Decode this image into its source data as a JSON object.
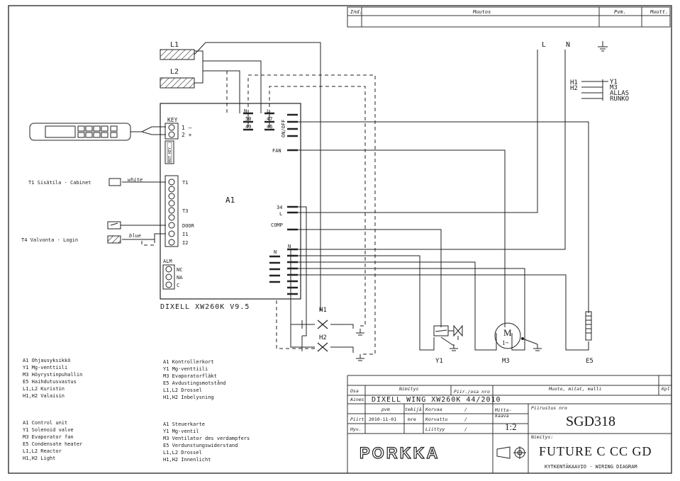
{
  "revision_table": {
    "col_ind": "Ind.",
    "col_change": "Muutos",
    "col_date": "Pvm.",
    "col_by": "Muutt."
  },
  "supply": {
    "l": "L",
    "n": "N"
  },
  "mains": {
    "l1": "L1",
    "l2": "L2"
  },
  "right_terminals": {
    "h1": "H1",
    "h2": "H2",
    "y1": "Y1",
    "m3": "M3",
    "allas": "ALLAS",
    "runko": "RUNKO"
  },
  "controller": {
    "key": "KEY",
    "t_minus": "1 –",
    "t_plus": "2 +",
    "hot_key": "HOT KEY",
    "fuse_50": "50",
    "fuse_47": "47",
    "fuse_49": "49",
    "fuse_46": "46",
    "on_off": "ON/OFF",
    "fan": "FAN",
    "t1": "T1",
    "t3": "T3",
    "a1": "A1",
    "t34": "34",
    "tl": "L",
    "comp": "COMP",
    "door": "DOOR",
    "i1": "I1",
    "i2": "I2",
    "n": "N",
    "alm": "ALM",
    "nc": "NC",
    "na": "NA",
    "c": "C",
    "model": "DIXELL XW260K V9.5"
  },
  "probes": {
    "t1_label": "T1  Sisätila - Cabinet",
    "white": "white",
    "t4_label": "T4  Valvonta - Login",
    "blue": "blue"
  },
  "components": {
    "h1": "H1",
    "h2": "H2",
    "y1": "Y1",
    "m3": "M3",
    "motor_m": "M",
    "motor_phase": "1~",
    "e5": "E5"
  },
  "legend_fi": [
    "A1  Ohjausyksikkö",
    "Y1  Mg-venttiili",
    "M3  Höyrystinpuhallin",
    "E5  Haihdutusvastus",
    "L1,L2  Kuristin",
    "H1,H2  Valaisin"
  ],
  "legend_de": [
    "A1  Kontrollerkort",
    "Y1  Mg-venttiili",
    "M3  Evaporatorfläkt",
    "E5  Avdustingsmotstånd",
    "L1,L2  Drossel",
    "H1,H2  Inbelysning"
  ],
  "legend_en": [
    "A1  Control unit",
    "Y1  Solenoid valve",
    "M3  Evaporator fan",
    "E5  Condensate heater",
    "L1,L2  Reactor",
    "H1,H2  Light"
  ],
  "legend_de2": [
    "A1  Steuerkarte",
    "Y1  Mg-ventil",
    "M3  Ventilator des verdampfers",
    "E5  Verdunstungswiderstand",
    "L1,L2  Drossel",
    "H1,H2  Innenlicht"
  ],
  "title_block": {
    "osa": "Osa",
    "nimitys": "Nimitys",
    "piir_osa_nro": "Piir./osa nro",
    "muoto": "Muoto, mitat, malli",
    "kpl": "Kpl",
    "aines": "Aines",
    "aines_value": "DIXELL WING XW260K 44/2010",
    "pvm": "pvm",
    "tekija": "tekijä",
    "korvaa": "Korvaa",
    "slash": "/",
    "piirt": "Piirt.",
    "piirt_date": "2010-11-01",
    "piirt_by": "mre",
    "korvattu": "Korvattu",
    "hyv": "Hyv.",
    "liittyy": "Liittyy",
    "mitta": "Mitta-",
    "kaava": "kaava",
    "scale": "1:2",
    "piirustus_nro": "Piirustus nro",
    "drawing_no": "SGD318",
    "brand": "PORKKA",
    "nimitys2": "Nimitys:",
    "product": "FUTURE C CC GD",
    "subtitle": "KYTKENTÄKAAVIO - WIRING DIAGRAM"
  }
}
